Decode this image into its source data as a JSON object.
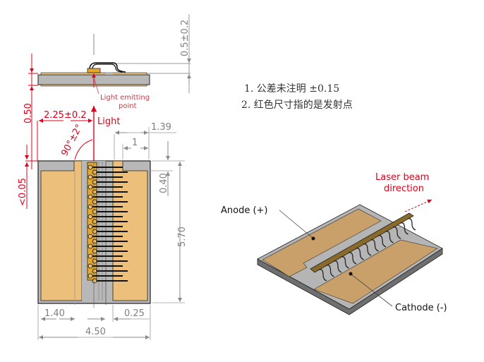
{
  "colors": {
    "copper": "#ecc07a",
    "copper_iso": "#c9a06a",
    "ceramic": "#b8b8b8",
    "chip": "#e8a92a",
    "dimension_gray": "#7f7f7f",
    "dimension_red": "#e0001a"
  },
  "side_view": {
    "dim_thickness_tol": "0.5±0.2",
    "dim_height": "0.50",
    "annotation": [
      "Light emitting",
      "point"
    ]
  },
  "top_view": {
    "dim_offset": "2.25±0.2",
    "light_label": "Light",
    "angle_label": "90°±2°",
    "dim_lt005": "<0.05",
    "dim_139": "1.39",
    "dim_1": "1",
    "dim_040": "0.40",
    "dim_570": "5.70",
    "dim_140": "1.40",
    "dim_025": "0.25",
    "dim_450": "4.50"
  },
  "notes": [
    "1. 公差未注明  ±0.15",
    "2. 红色尺寸指的是发射点"
  ],
  "iso_view": {
    "anode_label": "Anode (+)",
    "cathode_label": "Cathode (-)",
    "beam_label_line1": "Laser beam",
    "beam_label_line2": "direction"
  }
}
